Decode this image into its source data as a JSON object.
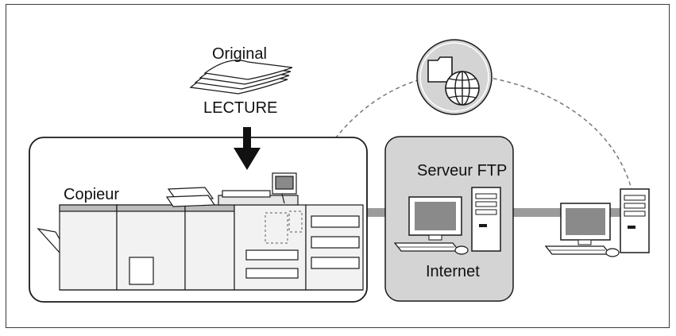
{
  "labels": {
    "original": "Original",
    "lecture": "LECTURE",
    "copier": "Copieur",
    "ftp_server": "Serveur FTP",
    "internet": "Internet"
  },
  "icons": [
    "paper-stack-icon",
    "down-arrow-icon",
    "folder-globe-icon",
    "copier-machine-icon",
    "monitor-icon",
    "tower-pc-icon",
    "keyboard-icon",
    "mouse-icon"
  ],
  "colors": {
    "outline": "#1a1a1a",
    "server_box": "#d4d4d4",
    "network_line": "#9b9b9b",
    "dashed_link": "#777777",
    "screen": "#8a8a8a"
  }
}
